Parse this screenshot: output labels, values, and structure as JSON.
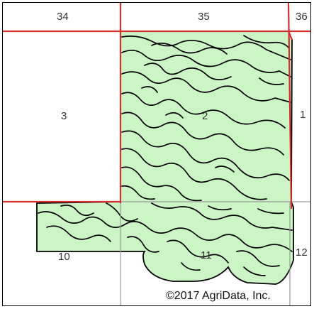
{
  "map": {
    "section_labels": {
      "s34": "34",
      "s35": "35",
      "s36": "36",
      "s3": "3",
      "s2": "2",
      "s1": "1",
      "s10": "10",
      "s11": "11",
      "s12": "12"
    },
    "copyright": "©2017 AgriData, Inc.",
    "colors": {
      "field_fill": "#ccf5c6",
      "boundary_red": "#d32f2f",
      "grid_gray": "#999999",
      "soil_line": "#000000"
    }
  }
}
